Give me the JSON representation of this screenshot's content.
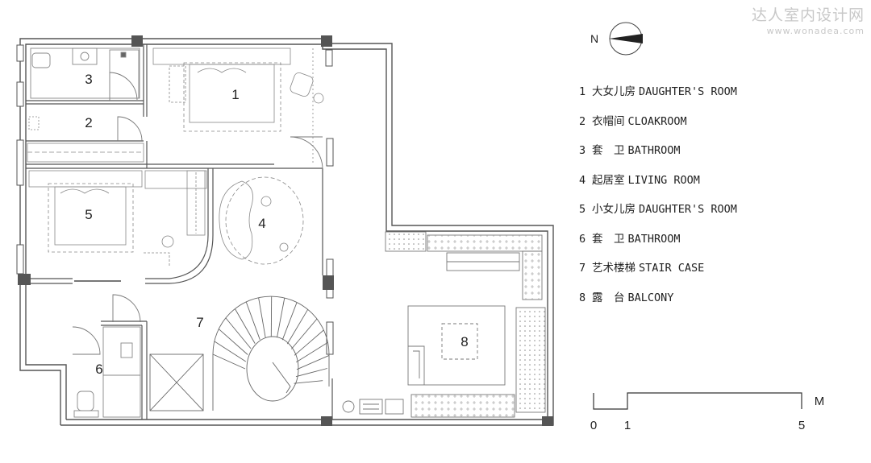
{
  "watermark": {
    "text": "达人室内设计网",
    "url": "www.wonadea.com"
  },
  "compass": {
    "label": "N"
  },
  "rooms": [
    {
      "num": "1",
      "cn": "大女儿房",
      "en": "DAUGHTER'S ROOM"
    },
    {
      "num": "2",
      "cn": "衣帽间",
      "en": "CLOAKROOM"
    },
    {
      "num": "3",
      "cn": "套　卫",
      "en": "BATHROOM"
    },
    {
      "num": "4",
      "cn": "起居室",
      "en": "LIVING ROOM"
    },
    {
      "num": "5",
      "cn": "小女儿房",
      "en": "DAUGHTER'S ROOM"
    },
    {
      "num": "6",
      "cn": "套　卫",
      "en": "BATHROOM"
    },
    {
      "num": "7",
      "cn": "艺术楼梯",
      "en": "STAIR CASE"
    },
    {
      "num": "8",
      "cn": "露　台",
      "en": "BALCONY"
    }
  ],
  "scale": {
    "unit": "M",
    "ticks": [
      "0",
      "1",
      "5"
    ]
  },
  "colors": {
    "wall": "#555555",
    "column": "#555555",
    "furniture": "#888888",
    "watermark": "#c8c8c8"
  }
}
